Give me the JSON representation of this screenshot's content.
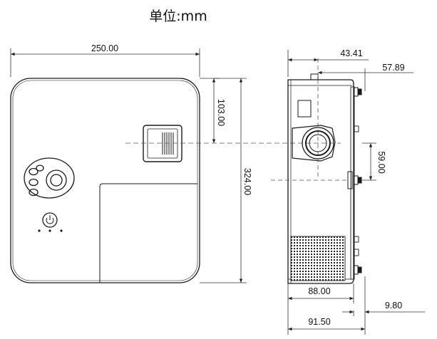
{
  "unit_label": "单位:mm",
  "front_view": {
    "width_label": "250.00",
    "lens_offset_label": "103.00",
    "height_label": "324.00"
  },
  "side_view": {
    "lens_top_label": "43.41",
    "foot_top_label": "57.89",
    "foot_spacing_label": "59.00",
    "body_depth_label": "88.00",
    "foot_depth_label": "9.80",
    "total_depth_label": "91.50"
  },
  "colors": {
    "line": "#1a1a1a",
    "dim_line": "#333333",
    "dash": "#555555"
  }
}
